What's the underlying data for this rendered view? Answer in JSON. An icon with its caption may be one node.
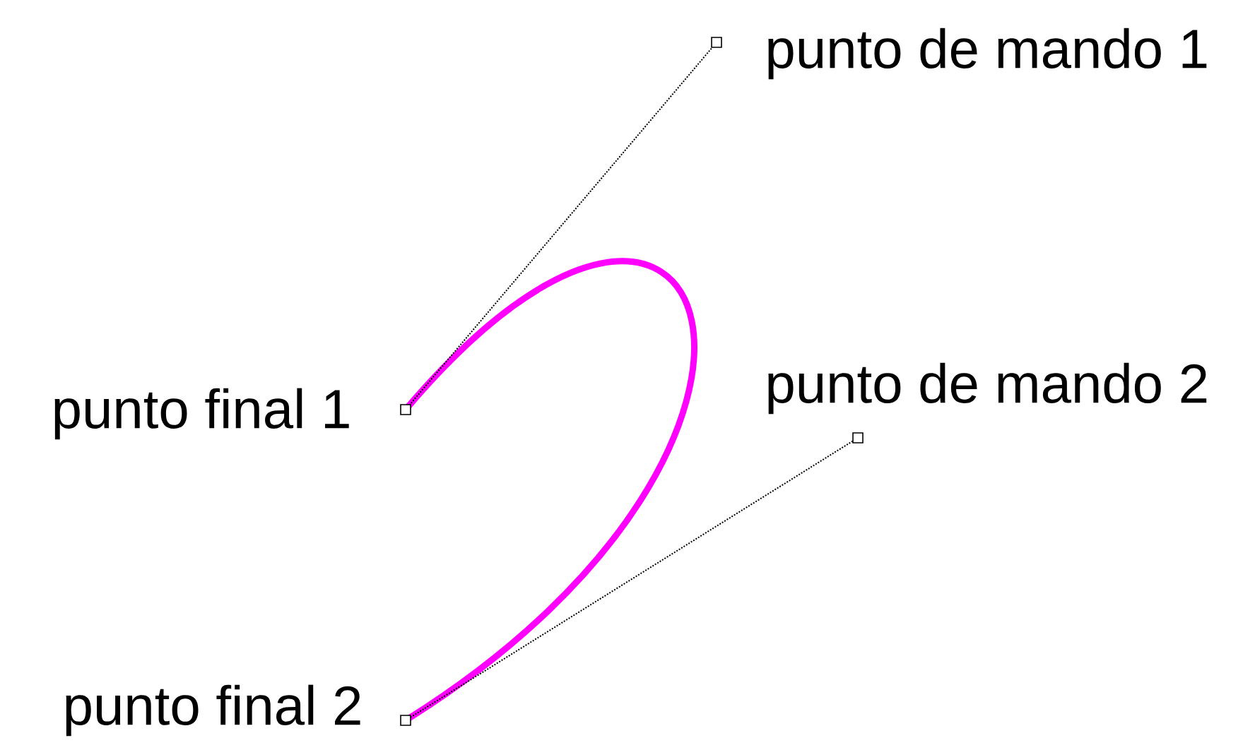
{
  "diagram": {
    "nodes": [
      {
        "text": [],
        "shape": "box",
        "beside": [
          "punto de mando 1"
        ]
      },
      {
        "text": [],
        "shape": "box",
        "beside": [
          "punto final 1"
        ]
      },
      {
        "text": [],
        "shape": "box",
        "beside": [
          "punto de mando 2"
        ]
      },
      {
        "text": [],
        "shape": "box",
        "beside": [
          "punto final 2"
        ]
      }
    ],
    "edges": [
      {
        "from": 1,
        "to": 3,
        "arrow": "none",
        "style": "thick",
        "color": "#ff00ff"
      },
      {
        "from": 1,
        "to": 0,
        "arrow": "none",
        "style": "dashed"
      },
      {
        "from": 3,
        "to": 2,
        "arrow": "none",
        "style": "dashed"
      }
    ]
  }
}
